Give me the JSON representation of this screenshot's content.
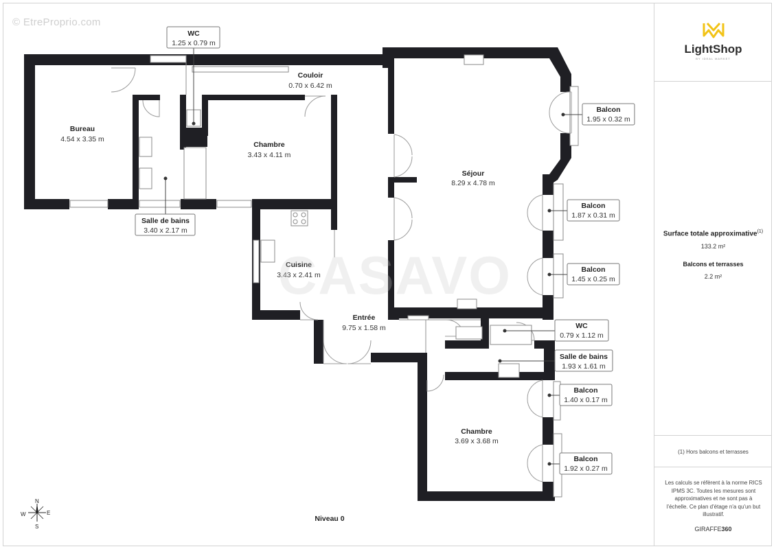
{
  "watermarks": {
    "top": "© EtreProprio.com",
    "center": "CASAVO"
  },
  "level": "Niveau 0",
  "rooms": {
    "wc_top": {
      "name": "WC",
      "dims": "1.25 x 0.79 m"
    },
    "couloir": {
      "name": "Couloir",
      "dims": "0.70 x 6.42 m"
    },
    "bureau": {
      "name": "Bureau",
      "dims": "4.54 x 3.35 m"
    },
    "chambre1": {
      "name": "Chambre",
      "dims": "3.43 x 4.11 m"
    },
    "sdb1": {
      "name": "Salle de bains",
      "dims": "3.40 x 2.17 m"
    },
    "cuisine": {
      "name": "Cuisine",
      "dims": "3.43 x 2.41 m"
    },
    "sejour": {
      "name": "Séjour",
      "dims": "8.29 x 4.78 m"
    },
    "entree": {
      "name": "Entrée",
      "dims": "9.75 x 1.58 m"
    },
    "wc2": {
      "name": "WC",
      "dims": "0.79 x 1.12 m"
    },
    "sdb2": {
      "name": "Salle de bains",
      "dims": "1.93 x 1.61 m"
    },
    "chambre2": {
      "name": "Chambre",
      "dims": "3.69 x 3.68 m"
    },
    "balcon1": {
      "name": "Balcon",
      "dims": "1.95 x 0.32 m"
    },
    "balcon2": {
      "name": "Balcon",
      "dims": "1.87 x 0.31 m"
    },
    "balcon3": {
      "name": "Balcon",
      "dims": "1.45 x 0.25 m"
    },
    "balcon4": {
      "name": "Balcon",
      "dims": "1.40 x 0.17 m"
    },
    "balcon5": {
      "name": "Balcon",
      "dims": "1.92 x 0.27 m"
    }
  },
  "compass": {
    "n": "N",
    "s": "S",
    "e": "E",
    "w": "W"
  },
  "sidebar": {
    "logo_name": "LightShop",
    "logo_sub": "BY IDEAL MARKET",
    "surface_title": "Surface totale approximative",
    "surface_note_mark": "(1)",
    "surface_value": "133.2 m²",
    "balconies_title": "Balcons et terrasses",
    "balconies_value": "2.2 m²",
    "footnote": "(1) Hors balcons et terrasses",
    "disclaimer": "Les calculs se réfèrent à la norme RICS IPMS 3C. Toutes les mesures sont approximatives et ne sont pas à l'échelle. Ce plan d'étage n'a qu'un but illustratif.",
    "brand_a": "GIRAFFE",
    "brand_b": "360"
  },
  "colors": {
    "wall": "#1f1f24",
    "logo_accent": "#f2c316"
  }
}
